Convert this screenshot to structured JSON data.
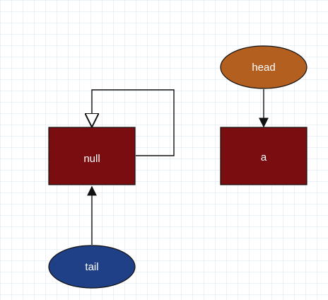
{
  "diagram": {
    "nodes": [
      {
        "id": "null",
        "label": "null",
        "shape": "rectangle",
        "fill": "#7a0d0f"
      },
      {
        "id": "a",
        "label": "a",
        "shape": "rectangle",
        "fill": "#7a0d0f"
      },
      {
        "id": "head",
        "label": "head",
        "shape": "ellipse",
        "fill": "#b35f1f"
      },
      {
        "id": "tail",
        "label": "tail",
        "shape": "ellipse",
        "fill": "#1f3f86"
      }
    ],
    "edges": [
      {
        "from": "null",
        "to": "null",
        "arrowhead": "hollow-triangle"
      },
      {
        "from": "head",
        "to": "a",
        "arrowhead": "filled-triangle"
      },
      {
        "from": "tail",
        "to": "null",
        "arrowhead": "filled-triangle"
      }
    ],
    "grid_color": "#d9e3f2",
    "stroke_color": "#111111"
  }
}
